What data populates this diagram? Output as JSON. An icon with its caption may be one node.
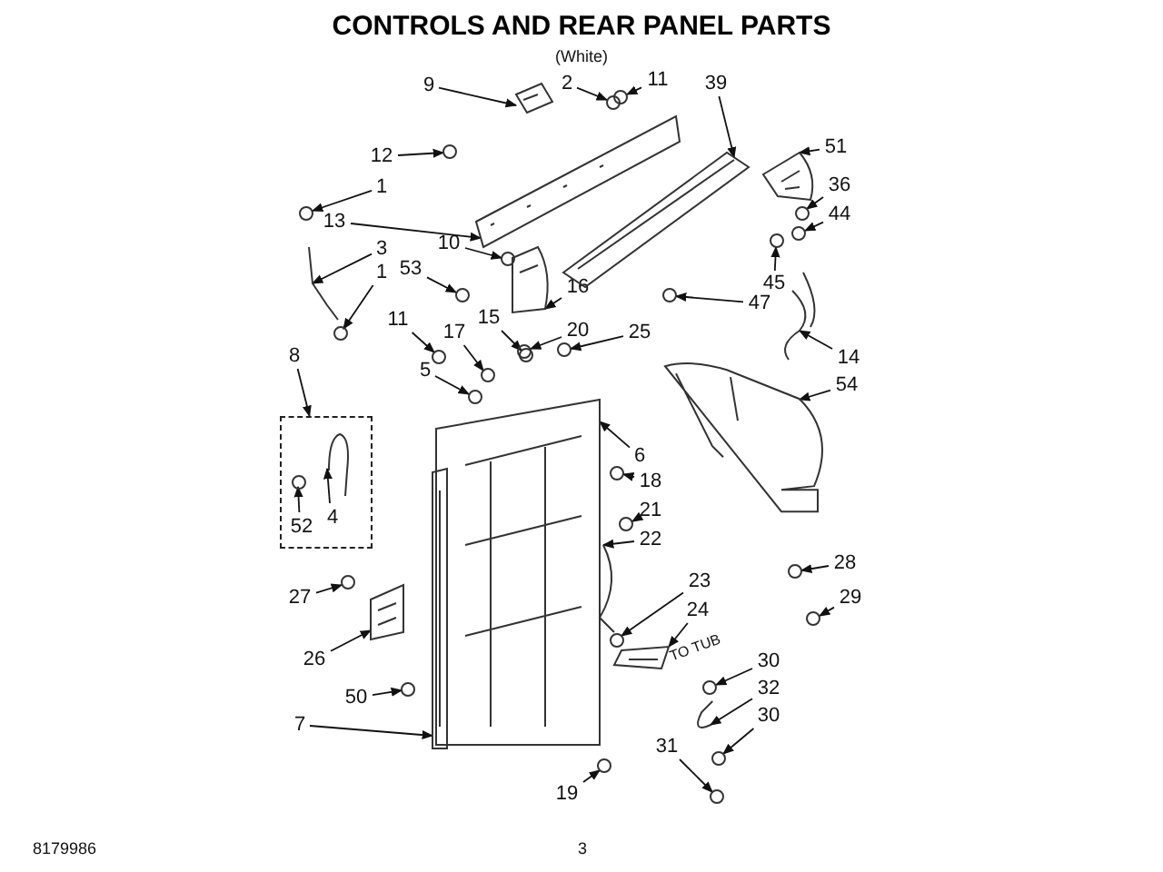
{
  "diagram": {
    "title": "CONTROLS AND REAR PANEL PARTS",
    "nodes": [
      {
        "text": [
          "9"
        ]
      },
      {
        "text": [
          "2"
        ]
      },
      {
        "text": [
          "11"
        ]
      },
      {
        "text": [
          "39"
        ]
      },
      {
        "text": [
          "12"
        ]
      },
      {
        "text": [
          "51"
        ]
      },
      {
        "text": [
          "1"
        ]
      },
      {
        "text": [
          "36"
        ]
      },
      {
        "text": [
          "44"
        ]
      },
      {
        "text": [
          "13"
        ]
      },
      {
        "text": [
          "10"
        ]
      },
      {
        "text": [
          "3"
        ]
      },
      {
        "text": [
          "1"
        ]
      },
      {
        "text": [
          "45"
        ]
      },
      {
        "text": [
          "53"
        ]
      },
      {
        "text": [
          "16"
        ]
      },
      {
        "text": [
          "47"
        ]
      },
      {
        "text": [
          "11"
        ]
      },
      {
        "text": [
          "15"
        ]
      },
      {
        "text": [
          "17"
        ]
      },
      {
        "text": [
          "20"
        ]
      },
      {
        "text": [
          "25"
        ]
      },
      {
        "text": [
          "14"
        ]
      },
      {
        "text": [
          "5"
        ]
      },
      {
        "text": [
          "54"
        ]
      },
      {
        "text": [
          "8"
        ]
      },
      {
        "text": [],
        "shape": "box"
      },
      {
        "text": [
          "4"
        ],
        "in": 26
      },
      {
        "text": [
          "52"
        ],
        "in": 26
      },
      {
        "text": [
          "6"
        ]
      },
      {
        "text": [
          "18"
        ]
      },
      {
        "text": [
          "21"
        ]
      },
      {
        "text": [
          "22"
        ]
      },
      {
        "text": [
          "28"
        ]
      },
      {
        "text": [
          "23"
        ]
      },
      {
        "text": [
          "27"
        ]
      },
      {
        "text": [
          "29"
        ]
      },
      {
        "text": [
          "24"
        ]
      },
      {
        "text": [
          "26"
        ]
      },
      {
        "text": [
          "30"
        ]
      },
      {
        "text": [
          "32"
        ]
      },
      {
        "text": [
          "30"
        ]
      },
      {
        "text": [
          "50"
        ]
      },
      {
        "text": [
          "31"
        ]
      },
      {
        "text": [
          "7"
        ]
      },
      {
        "text": [
          "19"
        ]
      },
      {
        "text": [],
        "shape": "picture"
      },
      {
        "text": [],
        "shape": "circle"
      },
      {
        "text": [],
        "shape": "circle"
      },
      {
        "text": [],
        "shape": "picture"
      },
      {
        "text": [],
        "shape": "circle"
      },
      {
        "text": [],
        "shape": "picture"
      },
      {
        "text": [],
        "shape": "circle"
      },
      {
        "text": [],
        "shape": "circle"
      },
      {
        "text": [],
        "shape": "circle"
      },
      {
        "text": [],
        "shape": "picture"
      },
      {
        "text": [],
        "shape": "circle"
      },
      {
        "text": [],
        "shape": "picture"
      },
      {
        "text": [],
        "shape": "circle"
      },
      {
        "text": [],
        "shape": "circle"
      },
      {
        "text": [],
        "shape": "circle"
      },
      {
        "text": [],
        "shape": "picture"
      },
      {
        "text": [],
        "shape": "circle"
      },
      {
        "text": [],
        "shape": "circle"
      },
      {
        "text": [],
        "shape": "circle"
      },
      {
        "text": [],
        "shape": "circle"
      },
      {
        "text": [],
        "shape": "circle"
      },
      {
        "text": [],
        "shape": "circle"
      },
      {
        "text": [],
        "shape": "picture"
      },
      {
        "text": [],
        "shape": "circle"
      },
      {
        "text": [],
        "shape": "picture"
      },
      {
        "text": [],
        "shape": "picture",
        "in": 26
      },
      {
        "text": [],
        "shape": "circle",
        "in": 26
      },
      {
        "text": [],
        "shape": "picture"
      },
      {
        "text": [],
        "shape": "circle"
      },
      {
        "text": [],
        "shape": "circle"
      },
      {
        "text": [],
        "shape": "picture"
      },
      {
        "text": [],
        "shape": "circle"
      },
      {
        "text": [],
        "shape": "circle"
      },
      {
        "text": [],
        "shape": "circle"
      },
      {
        "text": [],
        "shape": "circle"
      },
      {
        "text": [],
        "shape": "picture"
      },
      {
        "text": [],
        "shape": "picture"
      },
      {
        "text": [],
        "shape": "circle"
      },
      {
        "text": [],
        "shape": "picture"
      },
      {
        "text": [],
        "shape": "circle"
      },
      {
        "text": [],
        "shape": "circle"
      },
      {
        "text": [],
        "shape": "circle"
      },
      {
        "text": [],
        "shape": "picture"
      },
      {
        "text": [],
        "shape": "circle"
      }
    ],
    "edges": [
      {
        "from": 0,
        "to": 46,
        "arrow": "to"
      },
      {
        "from": 1,
        "to": 47,
        "arrow": "to"
      },
      {
        "from": 2,
        "to": 48,
        "arrow": "to"
      },
      {
        "from": 3,
        "to": 49,
        "arrow": "to"
      },
      {
        "from": 4,
        "to": 50,
        "arrow": "to"
      },
      {
        "from": 5,
        "to": 51,
        "arrow": "to"
      },
      {
        "from": 6,
        "to": 52,
        "arrow": "to"
      },
      {
        "from": 7,
        "to": 53,
        "arrow": "to"
      },
      {
        "from": 8,
        "to": 54,
        "arrow": "to"
      },
      {
        "from": 9,
        "to": 55,
        "arrow": "to"
      },
      {
        "from": 10,
        "to": 56,
        "arrow": "to"
      },
      {
        "from": 11,
        "to": 57,
        "arrow": "to"
      },
      {
        "from": 12,
        "to": 58,
        "arrow": "to"
      },
      {
        "from": 13,
        "to": 59,
        "arrow": "to"
      },
      {
        "from": 14,
        "to": 60,
        "arrow": "to"
      },
      {
        "from": 15,
        "to": 61,
        "arrow": "to"
      },
      {
        "from": 16,
        "to": 62,
        "arrow": "to"
      },
      {
        "from": 17,
        "to": 63,
        "arrow": "to"
      },
      {
        "from": 18,
        "to": 64,
        "arrow": "to"
      },
      {
        "from": 19,
        "to": 65,
        "arrow": "to"
      },
      {
        "from": 20,
        "to": 66,
        "arrow": "to"
      },
      {
        "from": 21,
        "to": 67,
        "arrow": "to"
      },
      {
        "from": 22,
        "to": 68,
        "arrow": "to"
      },
      {
        "from": 23,
        "to": 69,
        "arrow": "to"
      },
      {
        "from": 24,
        "to": 70,
        "arrow": "to"
      },
      {
        "from": 25,
        "to": 26,
        "arrow": "to"
      },
      {
        "from": 27,
        "to": 71,
        "arrow": "to"
      },
      {
        "from": 28,
        "to": 72,
        "arrow": "to"
      },
      {
        "from": 29,
        "to": 73,
        "arrow": "to"
      },
      {
        "from": 30,
        "to": 74,
        "arrow": "to"
      },
      {
        "from": 31,
        "to": 75,
        "arrow": "to"
      },
      {
        "from": 32,
        "to": 76,
        "arrow": "to"
      },
      {
        "from": 33,
        "to": 77,
        "arrow": "to"
      },
      {
        "from": 34,
        "to": 78,
        "arrow": "to"
      },
      {
        "from": 35,
        "to": 79,
        "arrow": "to"
      },
      {
        "from": 36,
        "to": 80,
        "arrow": "to"
      },
      {
        "from": 37,
        "to": 81,
        "arrow": "to"
      },
      {
        "from": 38,
        "to": 82,
        "arrow": "to"
      },
      {
        "from": 39,
        "to": 83,
        "arrow": "to"
      },
      {
        "from": 40,
        "to": 84,
        "arrow": "to"
      },
      {
        "from": 41,
        "to": 85,
        "arrow": "to"
      },
      {
        "from": 42,
        "to": 86,
        "arrow": "to"
      },
      {
        "from": 43,
        "to": 87,
        "arrow": "to"
      },
      {
        "from": 44,
        "to": 88,
        "arrow": "to"
      },
      {
        "from": 45,
        "to": 89,
        "arrow": "to"
      }
    ],
    "labels": [
      "(White)",
      "TO TUB",
      "8179986",
      "3"
    ]
  }
}
